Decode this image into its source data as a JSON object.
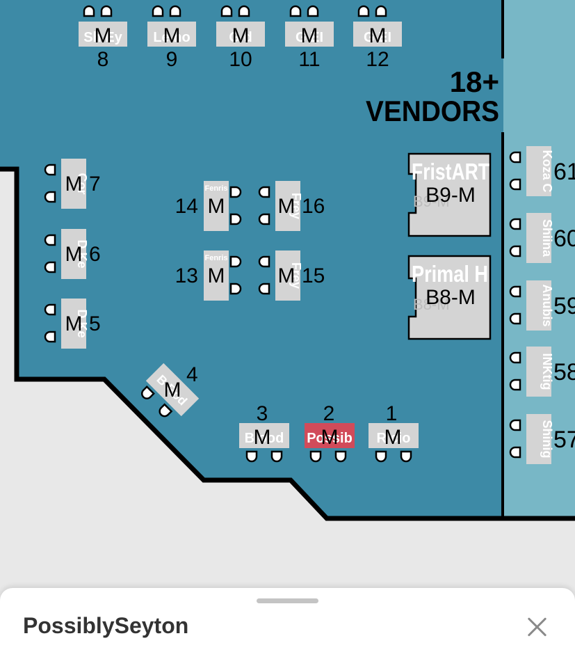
{
  "colors": {
    "hall": "#3d8aa6",
    "vendor_strip": "#78b7c6",
    "background": "#e8e8e8",
    "table": "#d4d4d4",
    "highlight": "#d14b5a",
    "wall": "#000000"
  },
  "hall_label": {
    "line1": "18+",
    "line2": "VENDORS"
  },
  "booths": [
    {
      "number": "B9-M",
      "sign": "FristART",
      "ghost": "B9-M"
    },
    {
      "number": "B8-M",
      "sign": "Primal H",
      "ghost": "B8-M"
    }
  ],
  "top_tables": [
    {
      "marker": "M",
      "number": "8",
      "vendor": "Sh Ey"
    },
    {
      "marker": "M",
      "number": "9",
      "vendor": "Le ho"
    },
    {
      "marker": "M",
      "number": "10",
      "vendor": "G d"
    },
    {
      "marker": "M",
      "number": "11",
      "vendor": "G EI"
    },
    {
      "marker": "M",
      "number": "12",
      "vendor": "G EI"
    }
  ],
  "left_tables": [
    {
      "marker": "M",
      "number": "7",
      "vendor": "Cor"
    },
    {
      "marker": "M",
      "number": "6",
      "vendor": "D Ke"
    },
    {
      "marker": "M",
      "number": "5",
      "vendor": "D Ke"
    }
  ],
  "center_tables": [
    {
      "marker": "M",
      "number": "14",
      "vendor": "Fenris"
    },
    {
      "marker": "M",
      "number": "16",
      "vendor": "Frey"
    },
    {
      "marker": "M",
      "number": "13",
      "vendor": "Fenris"
    },
    {
      "marker": "M",
      "number": "15",
      "vendor": "Frey"
    }
  ],
  "diagonal_table": {
    "marker": "M",
    "number": "4",
    "vendor": "B Rod"
  },
  "bottom_tables": [
    {
      "marker": "M",
      "number": "3",
      "vendor": "B ood"
    },
    {
      "marker": "M",
      "number": "2",
      "vendor": "Possib",
      "selected": true
    },
    {
      "marker": "M",
      "number": "1",
      "vendor": "R cio"
    }
  ],
  "right_tables": [
    {
      "number": "61",
      "vendor": "Koza C"
    },
    {
      "number": "60",
      "vendor": "Shiina"
    },
    {
      "number": "59",
      "vendor": "Anubis"
    },
    {
      "number": "58",
      "vendor": "INKtig"
    },
    {
      "number": "57",
      "vendor": "Shinig"
    }
  ],
  "sheet": {
    "title": "PossiblySeyton",
    "close_icon": "close-icon"
  }
}
